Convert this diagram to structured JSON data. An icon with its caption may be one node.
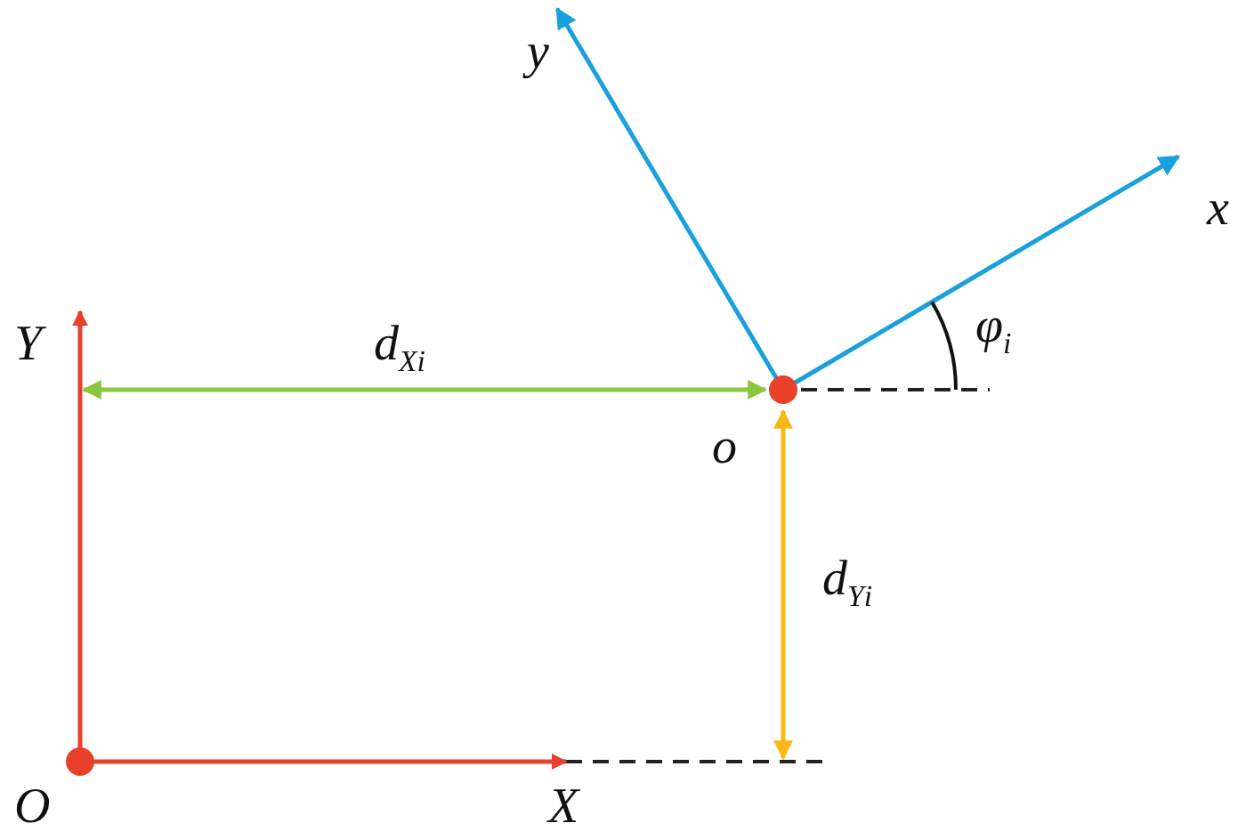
{
  "diagram": {
    "labels": [
      "y",
      "x",
      "Y",
      "d$_{X}$$_{i}$",
      "φ$_{i}$",
      "o",
      "d$_{Y}$$_{i}$",
      "O",
      "X"
    ]
  }
}
